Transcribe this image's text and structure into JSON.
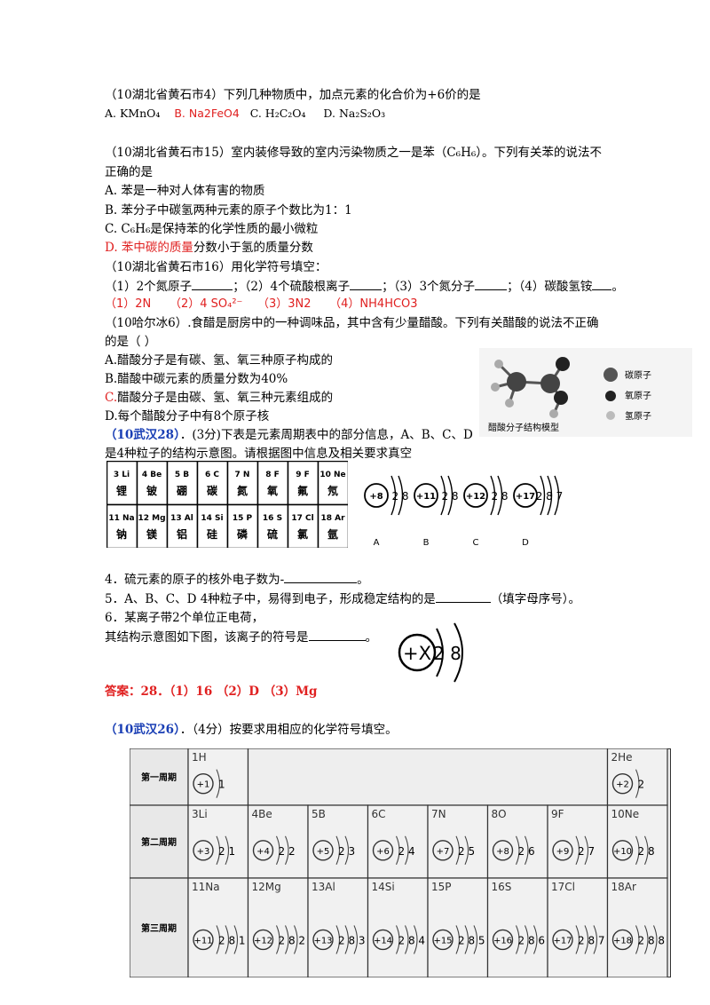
{
  "q1": {
    "stem": "（10湖北省黄石市4）下列几种物质中，加点元素的化合价为+6价的是",
    "options": [
      "A. KMnO₄",
      "B. Na2FeO4",
      "C. H₂C₂O₄",
      "D. Na₂S₂O₃"
    ]
  },
  "q2": {
    "stem1": "（10湖北省黄石市15）室内装修导致的室内污染物质之一是苯（C₆H₆）。下列有关苯的说法不",
    "stem2": "正确的是",
    "a": "A. 苯是一种对人体有害的物质",
    "b": "B. 苯分子中碳氢两种元素的原子个数比为1：1",
    "c": "C. C₆H₆是保持苯的化学性质的最小微粒",
    "d_red": "D. 苯中碳的质量",
    "d_rest": "分数小于氢的质量分数"
  },
  "q3": {
    "stem": "（10湖北省黄石市16）用化学符号填空：",
    "parts": [
      "（1）2个氮原子",
      "；（2）4个硫酸根离子",
      "；（3）3个氮分子",
      "；（4）碳酸氢铵",
      "。"
    ],
    "answers": [
      "（1）2N",
      "（2）4 SO₄²⁻",
      "（3）3N2",
      "（4）NH4HCO3"
    ]
  },
  "q4": {
    "stem1": "（10哈尔冰6）.食醋是厨房中的一种调味品，其中含有少量醋酸。下列有关醋酸的说法不正确",
    "stem2": "的是（      ）",
    "a": "A.醋酸分子是有碳、氢、氧三种原子构成的",
    "b": "B.醋酸中碳元素的质量分数为40%",
    "c_red": "C.",
    "c_rest": "醋酸分子是由碳、氢、氧三种元素组成的",
    "d": "D.每个醋酸分子中有8个原子核",
    "model_caption": "醋酸分子结构模型",
    "legend": [
      "碳原子",
      "氧原子",
      "氢原子"
    ]
  },
  "q5": {
    "tag": "（10武汉28）",
    "stem1": "．(3分)下表是元素周期表中的部分信息，A、B、C、D",
    "stem2": "是4种粒子的结构示意图。请根据图中信息及相关要求真空",
    "table_row1": [
      [
        "3 Li",
        "锂"
      ],
      [
        "4 Be",
        "铍"
      ],
      [
        "5 B",
        "硼"
      ],
      [
        "6 C",
        "碳"
      ],
      [
        "7 N",
        "氮"
      ],
      [
        "8 F",
        "氧"
      ],
      [
        "9 F",
        "氟"
      ],
      [
        "10 Ne",
        "氖"
      ]
    ],
    "table_row2": [
      [
        "11 Na",
        "钠"
      ],
      [
        "12 Mg",
        "镁"
      ],
      [
        "13 Al",
        "铝"
      ],
      [
        "14 Si",
        "硅"
      ],
      [
        "15 P",
        "磷"
      ],
      [
        "16 S",
        "硫"
      ],
      [
        "17 Cl",
        "氯"
      ],
      [
        "18 Ar",
        "氩"
      ]
    ],
    "particles": [
      {
        "nucleus": "+8",
        "shells": "2 8",
        "label": "A"
      },
      {
        "nucleus": "+11",
        "shells": "2 8",
        "label": "B"
      },
      {
        "nucleus": "+12",
        "shells": "2 8",
        "label": "C"
      },
      {
        "nucleus": "+17",
        "shells": "2 8 7",
        "label": "D"
      }
    ],
    "s4": "4．硫元素的原子的核外电子数为-",
    "s4_end": "。",
    "s5": "5．A、B、C、D 4种粒子中，易得到电子，形成稳定结构的是",
    "s5_end": "（填字母序号）。",
    "s6a": "6．某离子带2个单位正电荷，",
    "s6b": "其结构示意图如下图，该离子的符号是",
    "s6_end": "。",
    "ion": {
      "nucleus": "+X",
      "shells": "2 8"
    },
    "answer": "答案：28．（1）16      （2）D      （3）Mg"
  },
  "q6": {
    "tag": "（10武汉26）",
    "stem": "．（4分）按要求用相应的化学符号填空。",
    "periods": [
      "第一周期",
      "第二周期",
      "第三周期"
    ],
    "row1": [
      {
        "sym": "1H",
        "nuc": "+1",
        "sh": "1"
      },
      {
        "sym": "2He",
        "nuc": "+2",
        "sh": "2"
      }
    ],
    "row2": [
      {
        "sym": "3Li",
        "nuc": "+3",
        "sh": "2 1"
      },
      {
        "sym": "4Be",
        "nuc": "+4",
        "sh": "2 2"
      },
      {
        "sym": "5B",
        "nuc": "+5",
        "sh": "2 3"
      },
      {
        "sym": "6C",
        "nuc": "+6",
        "sh": "2 4"
      },
      {
        "sym": "7N",
        "nuc": "+7",
        "sh": "2 5"
      },
      {
        "sym": "8O",
        "nuc": "+8",
        "sh": "2 6"
      },
      {
        "sym": "9F",
        "nuc": "+9",
        "sh": "2 7"
      },
      {
        "sym": "10Ne",
        "nuc": "+10",
        "sh": "2 8"
      }
    ],
    "row3": [
      {
        "sym": "11Na",
        "nuc": "+11",
        "sh": "2 8 1"
      },
      {
        "sym": "12Mg",
        "nuc": "+12",
        "sh": "2 8 2"
      },
      {
        "sym": "13Al",
        "nuc": "+13",
        "sh": "2 8 3"
      },
      {
        "sym": "14Si",
        "nuc": "+14",
        "sh": "2 8 4"
      },
      {
        "sym": "15P",
        "nuc": "+15",
        "sh": "2 8 5"
      },
      {
        "sym": "16S",
        "nuc": "+16",
        "sh": "2 8 6"
      },
      {
        "sym": "17Cl",
        "nuc": "+17",
        "sh": "2 8 7"
      },
      {
        "sym": "18Ar",
        "nuc": "+18",
        "sh": "2 8 8"
      }
    ]
  }
}
